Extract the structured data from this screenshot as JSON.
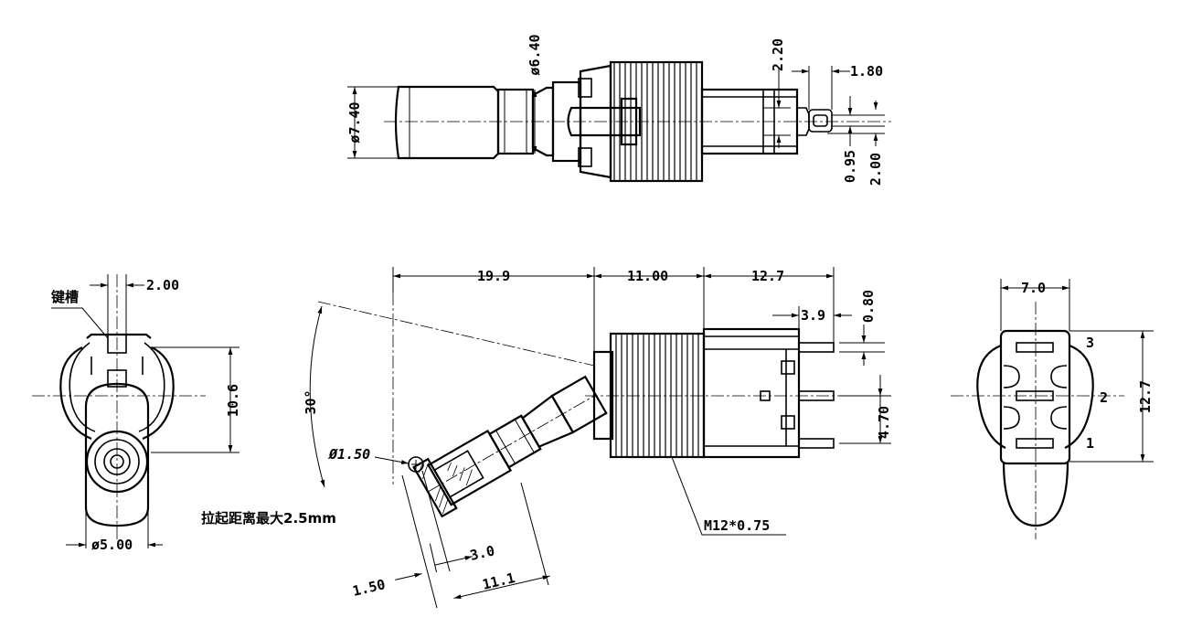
{
  "drawing": {
    "labels": {
      "d_740": "ø7.40",
      "d_640": "ø6.40",
      "d_220": "2.20",
      "d_180": "1.80",
      "d_095": "0.95",
      "d_200v": "2.00",
      "keyway": "键槽",
      "d_200": "2.00",
      "d_106": "10.6",
      "d_500": "ø5.00",
      "pull": "拉起距离最大2.5mm",
      "d_199": "19.9",
      "d_1100": "11.00",
      "d_127": "12.7",
      "d_39": "3.9",
      "d_080": "0.80",
      "d_470": "4.70",
      "angle": "30°",
      "d_150dia": "Ø1.50",
      "d_150": "1.50",
      "d_30": "3.0",
      "d_111": "11.1",
      "thread": "M12*0.75",
      "d_70": "7.0",
      "d_127r": "12.7",
      "pin1": "1",
      "pin2": "2",
      "pin3": "3"
    }
  }
}
